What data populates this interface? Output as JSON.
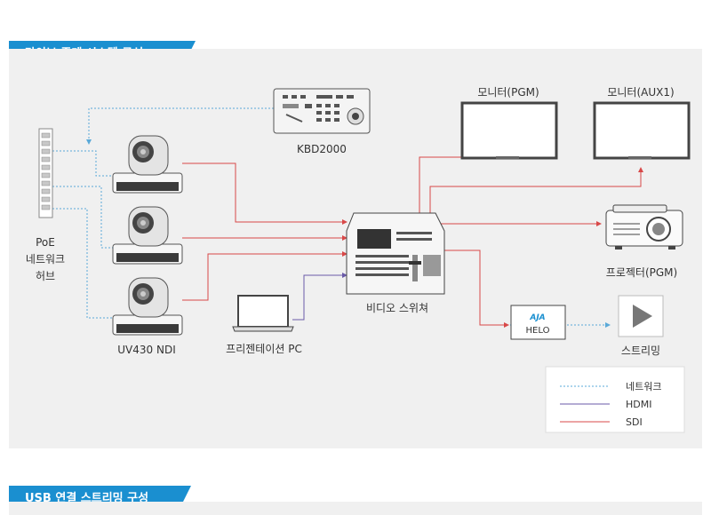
{
  "sections": [
    {
      "title": "라이브 중계 시스템 구성"
    },
    {
      "title": "USB 연결 스트리밍 구성"
    }
  ],
  "diagram": {
    "nodes": {
      "poe_hub": {
        "lines": [
          "PoE",
          "네트워크",
          "허브"
        ]
      },
      "camera_label": "UV430 NDI",
      "kbd": "KBD2000",
      "monitor_pgm": "모니터(PGM)",
      "monitor_aux": "모니터(AUX1)",
      "projector": "프로젝터(PGM)",
      "switcher": "비디오 스위쳐",
      "laptop": "프리젠테이션 PC",
      "helo_brand": "AJA",
      "helo": "HELO",
      "streaming": "스트리밍"
    },
    "legend": [
      {
        "label": "네트워크",
        "color": "#5aa9d8",
        "style": "dotted"
      },
      {
        "label": "HDMI",
        "color": "#6a5aa8",
        "style": "solid"
      },
      {
        "label": "SDI",
        "color": "#d84848",
        "style": "solid"
      }
    ]
  },
  "colors": {
    "tab": "#1a8fd0",
    "network": "#5aa9d8",
    "hdmi": "#6a5aa8",
    "sdi": "#d84848"
  }
}
